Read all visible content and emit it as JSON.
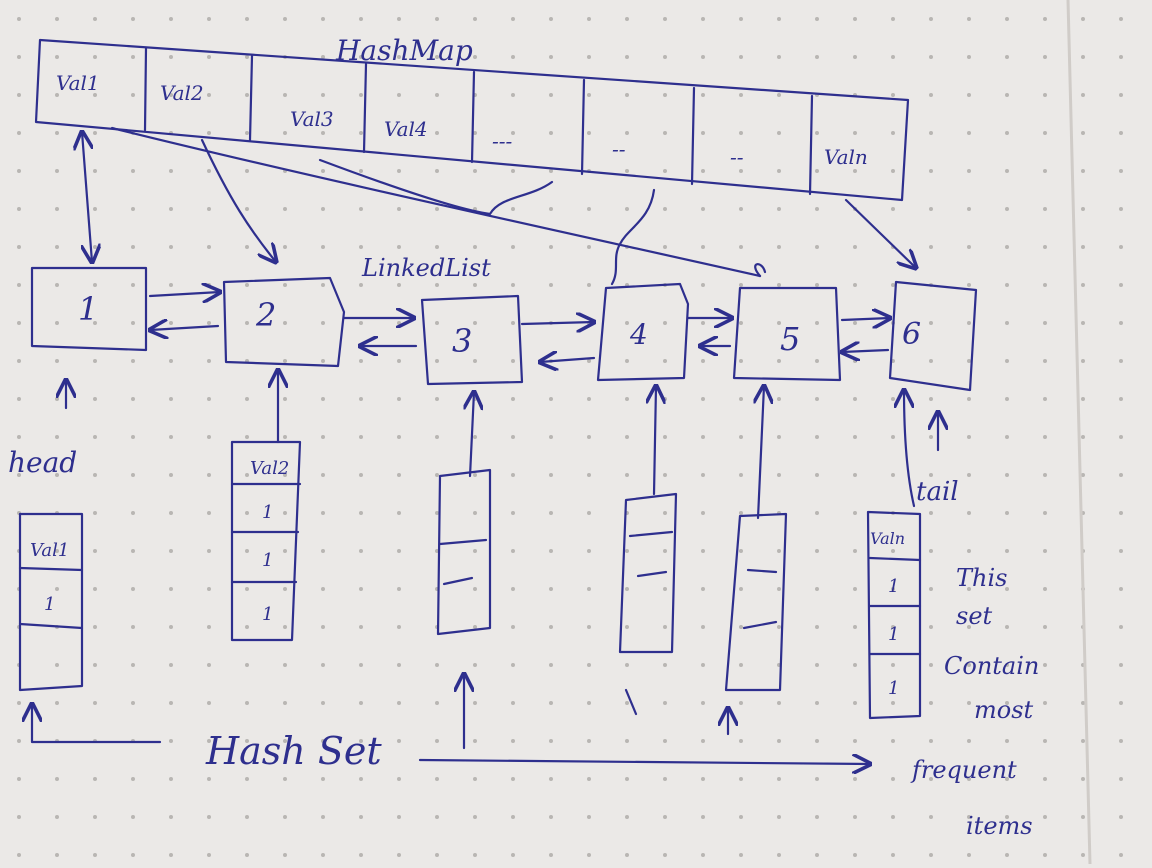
{
  "colors": {
    "paper": "#ebe9e7",
    "ink": "#2e2f8e",
    "dot": "#b9b6b3"
  },
  "hashmap": {
    "title": "HashMap",
    "cells": [
      "Val1",
      "Val2",
      "Val3",
      "Val4",
      "---",
      "--",
      "--",
      "Valn"
    ]
  },
  "linkedlist": {
    "title": "LinkedList",
    "nodes": [
      "1",
      "2",
      "3",
      "4",
      "5",
      "6"
    ],
    "head_label": "head",
    "tail_label": "tail"
  },
  "hashsets": {
    "label": "Hash Set",
    "set1": [
      "Val1",
      "1",
      ""
    ],
    "set2": [
      "Val2",
      "1",
      "1",
      "1"
    ],
    "setn": [
      "Valn",
      "1",
      "1",
      "1"
    ]
  },
  "note": [
    "This",
    "set",
    "Contain",
    "most",
    "frequent",
    "items"
  ]
}
